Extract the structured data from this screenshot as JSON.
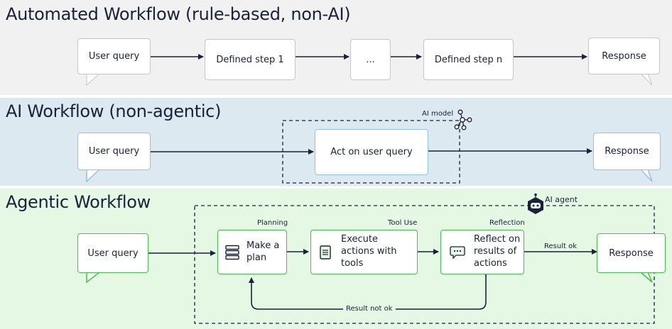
{
  "sections": {
    "rule_based": {
      "title": "Automated Workflow (rule-based, non-AI)",
      "user_query": "User query",
      "step1": "Defined step 1",
      "ellipsis": "...",
      "stepn": "Defined step n",
      "response": "Response"
    },
    "ai_workflow": {
      "title": "AI Workflow (non-agentic)",
      "user_query": "User query",
      "act": "Act on user query",
      "response": "Response",
      "model_label": "AI model"
    },
    "agentic": {
      "title": "Agentic Workflow",
      "user_query": "User query",
      "make_plan": "Make a plan",
      "execute": "Execute actions with tools",
      "reflect": "Reflect on results of actions",
      "response": "Response",
      "planning_label": "Planning",
      "tool_use_label": "Tool Use",
      "reflection_label": "Reflection",
      "result_ok": "Result ok",
      "result_not_ok": "Result not ok",
      "agent_label": "AI agent"
    }
  },
  "colors": {
    "rule_bg": "#f1f1f1",
    "ai_bg": "#dde9f1",
    "agentic_bg": "#e4f8e4",
    "arrow": "#1a2138",
    "gray_border": "#c6c6c6",
    "blue_border": "#8fc3ea",
    "green_border": "#42c24a"
  }
}
